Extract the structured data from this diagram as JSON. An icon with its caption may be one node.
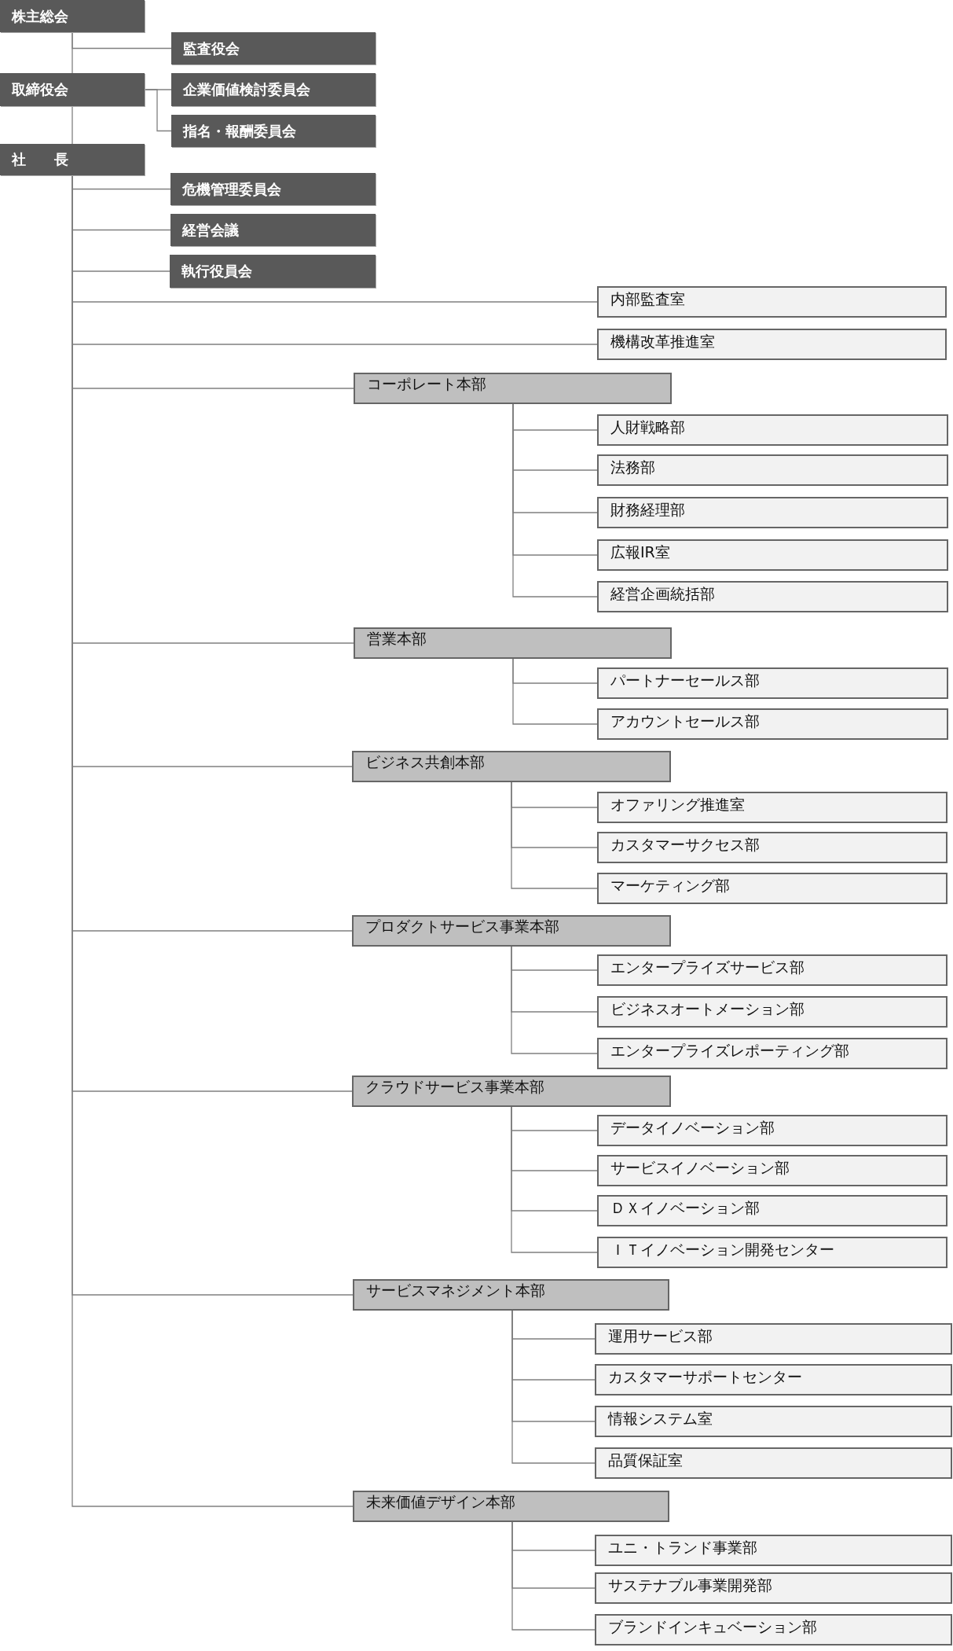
{
  "diagram": {
    "nodes": [
      {
        "text": [
          "株主総会"
        ]
      },
      {
        "text": [
          "監査役会"
        ]
      },
      {
        "text": [
          "取締役会"
        ]
      },
      {
        "text": [
          "企業価値検討委員会"
        ]
      },
      {
        "text": [
          "指名・報酬委員会"
        ]
      },
      {
        "text": [
          "社　　長"
        ]
      },
      {
        "text": [
          "危機管理委員会"
        ]
      },
      {
        "text": [
          "経営会議"
        ]
      },
      {
        "text": [
          "執行役員会"
        ]
      },
      {
        "text": [
          "内部監査室"
        ]
      },
      {
        "text": [
          "機構改革推進室"
        ]
      },
      {
        "text": [
          "コーポレート本部"
        ]
      },
      {
        "text": [
          "人財戦略部"
        ]
      },
      {
        "text": [
          "法務部"
        ]
      },
      {
        "text": [
          "財務経理部"
        ]
      },
      {
        "text": [
          "広報IR室"
        ]
      },
      {
        "text": [
          "経営企画統括部"
        ]
      },
      {
        "text": [
          "営業本部"
        ]
      },
      {
        "text": [
          "パートナーセールス部"
        ]
      },
      {
        "text": [
          "アカウントセールス部"
        ]
      },
      {
        "text": [
          "ビジネス共創本部"
        ]
      },
      {
        "text": [
          "オファリング推進室"
        ]
      },
      {
        "text": [
          "カスタマーサクセス部"
        ]
      },
      {
        "text": [
          "マーケティング部"
        ]
      },
      {
        "text": [
          "プロダクトサービス事業本部"
        ]
      },
      {
        "text": [
          "エンタープライズサービス部"
        ]
      },
      {
        "text": [
          "ビジネスオートメーション部"
        ]
      },
      {
        "text": [
          "エンタープライズレポーティング部"
        ]
      },
      {
        "text": [
          "クラウドサービス事業本部"
        ]
      },
      {
        "text": [
          "データイノベーション部"
        ]
      },
      {
        "text": [
          "サービスイノベーション部"
        ]
      },
      {
        "text": [
          "ＤＸイノベーション部"
        ]
      },
      {
        "text": [
          "ＩＴイノベーション開発センター"
        ]
      },
      {
        "text": [
          "サービスマネジメント本部"
        ]
      },
      {
        "text": [
          "運用サービス部"
        ]
      },
      {
        "text": [
          "カスタマーサポートセンター"
        ]
      },
      {
        "text": [
          "情報システム室"
        ]
      },
      {
        "text": [
          "品質保証室"
        ]
      },
      {
        "text": [
          "未来価値デザイン本部"
        ]
      },
      {
        "text": [
          "ユニ・トランド事業部"
        ]
      },
      {
        "text": [
          "サステナブル事業開発部"
        ]
      },
      {
        "text": [
          "ブランドインキュベーション部"
        ]
      }
    ],
    "edges": [
      {
        "from": 0,
        "to": 1,
        "arrow": "none"
      },
      {
        "from": 0,
        "to": 2,
        "arrow": "none"
      },
      {
        "from": 2,
        "to": 3,
        "arrow": "none"
      },
      {
        "from": 2,
        "to": 4,
        "arrow": "none"
      },
      {
        "from": 2,
        "to": 5,
        "arrow": "none"
      },
      {
        "from": 5,
        "to": 6,
        "arrow": "none"
      },
      {
        "from": 5,
        "to": 7,
        "arrow": "none"
      },
      {
        "from": 5,
        "to": 8,
        "arrow": "none"
      },
      {
        "from": 5,
        "to": 9,
        "arrow": "none"
      },
      {
        "from": 5,
        "to": 10,
        "arrow": "none"
      },
      {
        "from": 5,
        "to": 11,
        "arrow": "none"
      },
      {
        "from": 5,
        "to": 17,
        "arrow": "none"
      },
      {
        "from": 5,
        "to": 20,
        "arrow": "none"
      },
      {
        "from": 5,
        "to": 24,
        "arrow": "none"
      },
      {
        "from": 5,
        "to": 28,
        "arrow": "none"
      },
      {
        "from": 5,
        "to": 33,
        "arrow": "none"
      },
      {
        "from": 5,
        "to": 38,
        "arrow": "none"
      },
      {
        "from": 11,
        "to": 12,
        "arrow": "none"
      },
      {
        "from": 11,
        "to": 13,
        "arrow": "none"
      },
      {
        "from": 11,
        "to": 14,
        "arrow": "none"
      },
      {
        "from": 11,
        "to": 15,
        "arrow": "none"
      },
      {
        "from": 11,
        "to": 16,
        "arrow": "none"
      },
      {
        "from": 17,
        "to": 18,
        "arrow": "none"
      },
      {
        "from": 17,
        "to": 19,
        "arrow": "none"
      },
      {
        "from": 20,
        "to": 21,
        "arrow": "none"
      },
      {
        "from": 20,
        "to": 22,
        "arrow": "none"
      },
      {
        "from": 20,
        "to": 23,
        "arrow": "none"
      },
      {
        "from": 24,
        "to": 25,
        "arrow": "none"
      },
      {
        "from": 24,
        "to": 26,
        "arrow": "none"
      },
      {
        "from": 24,
        "to": 27,
        "arrow": "none"
      },
      {
        "from": 28,
        "to": 29,
        "arrow": "none"
      },
      {
        "from": 28,
        "to": 30,
        "arrow": "none"
      },
      {
        "from": 28,
        "to": 31,
        "arrow": "none"
      },
      {
        "from": 28,
        "to": 32,
        "arrow": "none"
      },
      {
        "from": 33,
        "to": 34,
        "arrow": "none"
      },
      {
        "from": 33,
        "to": 35,
        "arrow": "none"
      },
      {
        "from": 33,
        "to": 36,
        "arrow": "none"
      },
      {
        "from": 33,
        "to": 37,
        "arrow": "none"
      },
      {
        "from": 38,
        "to": 39,
        "arrow": "none"
      },
      {
        "from": 38,
        "to": 40,
        "arrow": "none"
      },
      {
        "from": 38,
        "to": 41,
        "arrow": "none"
      }
    ]
  }
}
